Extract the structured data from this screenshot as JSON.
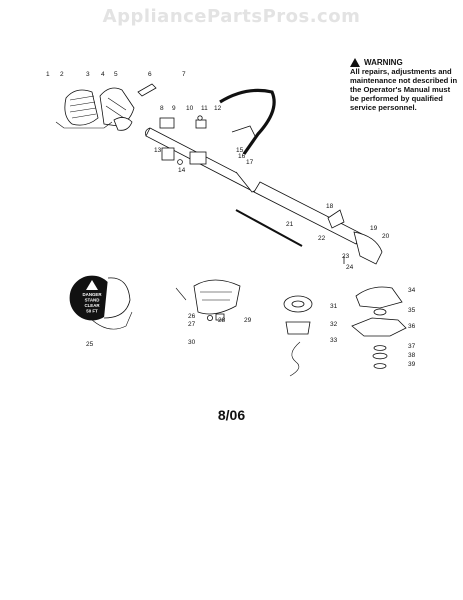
{
  "watermark": "AppliancePartsPros.com",
  "warning": {
    "heading": "WARNING",
    "body": "All repairs, adjustments and maintenance not described in the Operator's Manual must be performed by qualified service personnel."
  },
  "decal_lines": [
    "DANGER",
    "STAND",
    "CLEAR",
    "50 FT"
  ],
  "footer_date": "8/06",
  "callouts": [
    "1",
    "2",
    "3",
    "4",
    "5",
    "6",
    "7",
    "8",
    "9",
    "10",
    "11",
    "12",
    "13",
    "14",
    "15",
    "16",
    "17",
    "18",
    "19",
    "20",
    "21",
    "22",
    "23",
    "24",
    "25",
    "26",
    "27",
    "28",
    "29",
    "30",
    "31",
    "32",
    "33",
    "34",
    "35",
    "36",
    "37",
    "38",
    "39"
  ],
  "colors": {
    "ink": "#111111",
    "watermark": "#e3e3e3",
    "background": "#ffffff"
  }
}
